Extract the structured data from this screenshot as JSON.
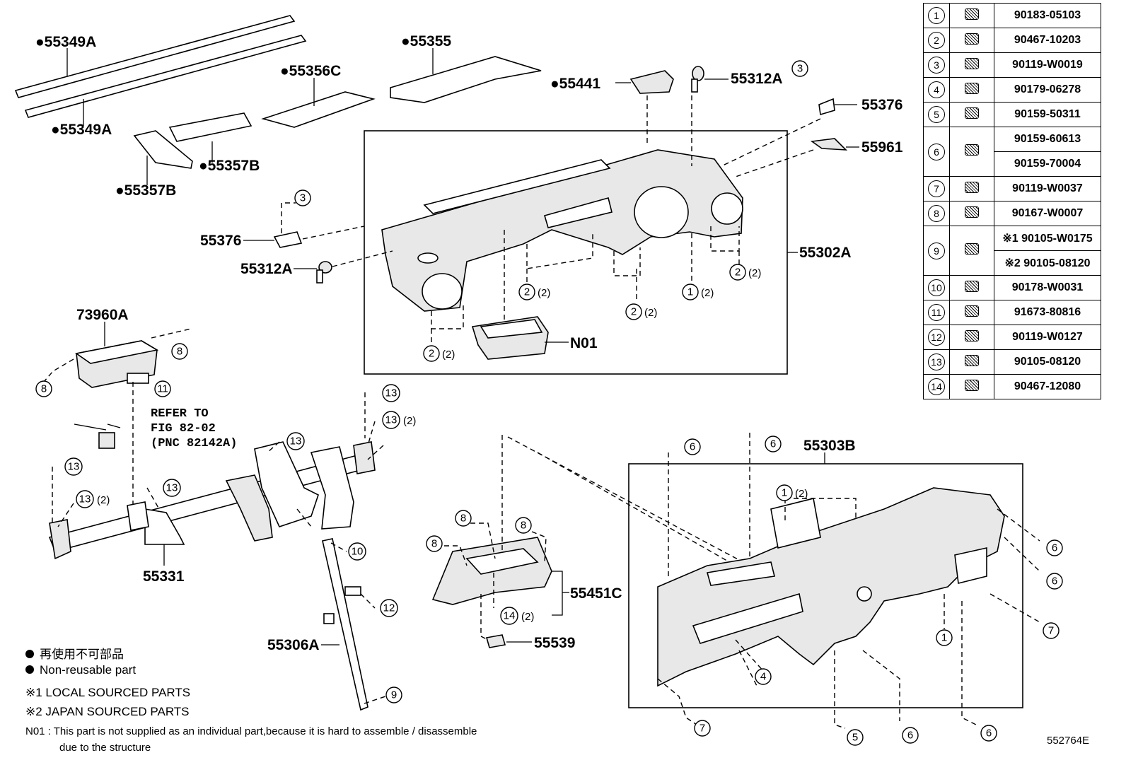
{
  "labels": {
    "p55349A_top": "●55349A",
    "p55349A_bottom": "●55349A",
    "p55355": "●55355",
    "p55356C": "●55356C",
    "p55357B_a": "●55357B",
    "p55357B_b": "●55357B",
    "p55441": "●55441",
    "p55312A_top": "55312A",
    "p55376_top": "55376",
    "p55961": "55961",
    "p55376_left": "55376",
    "p55312A_left": "55312A",
    "p55302A": "55302A",
    "n01": "N01",
    "p73960A": "73960A",
    "p55331": "55331",
    "p55306A": "55306A",
    "p55451C": "55451C",
    "p55539": "55539",
    "p55303B": "55303B"
  },
  "refer": {
    "line1": "REFER TO",
    "line2": "FIG 82-02",
    "line3": "(PNC 82142A)"
  },
  "callouts": {
    "c1": "①(2)",
    "c2": "②(2)"
  },
  "parts_table": [
    {
      "num": "1",
      "icon": "clip-nut-icon",
      "code": "90183-05103"
    },
    {
      "num": "2",
      "icon": "push-clip-icon",
      "code": "90467-10203"
    },
    {
      "num": "3",
      "icon": "screw-icon",
      "code": "90119-W0019"
    },
    {
      "num": "4",
      "icon": "clip-nut-icon",
      "code": "90179-06278"
    },
    {
      "num": "5",
      "icon": "screw-icon",
      "code": "90159-50311"
    },
    {
      "num": "6",
      "icon": "screw-icon",
      "codes": [
        "90159-60613",
        "90159-70004"
      ]
    },
    {
      "num": "7",
      "icon": "screw-icon",
      "code": "90119-W0037"
    },
    {
      "num": "8",
      "icon": "screw-icon",
      "code": "90167-W0007"
    },
    {
      "num": "9",
      "icon": "screw-icon",
      "codes": [
        "※1 90105-W0175",
        "※2 90105-08120"
      ]
    },
    {
      "num": "10",
      "icon": "nut-icon",
      "code": "90178-W0031"
    },
    {
      "num": "11",
      "icon": "screw-icon",
      "code": "91673-80816"
    },
    {
      "num": "12",
      "icon": "screw-icon",
      "code": "90119-W0127"
    },
    {
      "num": "13",
      "icon": "screw-icon",
      "code": "90105-08120"
    },
    {
      "num": "14",
      "icon": "push-clip-icon",
      "code": "90467-12080"
    }
  ],
  "legend": {
    "non_reusable_jp": "再使用不可部品",
    "non_reusable_en": "Non-reusable part",
    "local": "※1  LOCAL  SOURCED  PARTS",
    "japan": "※2  JAPAN  SOURCED  PARTS",
    "n01_note_1": "N01 : This part is not supplied as an individual part,because it is hard to assemble / disassemble",
    "n01_note_2": "due to the structure"
  },
  "figure_code": "552764E"
}
